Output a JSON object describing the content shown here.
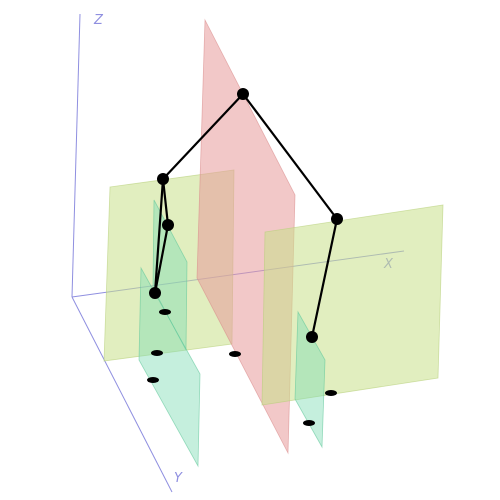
{
  "axes": {
    "z_label": "Z",
    "x_label": "X",
    "y_label": "Y",
    "axis_color": "#8f8fe0"
  },
  "planes": {
    "sagittal_color": "#e89a9a",
    "frontal_color": "#c8e08a",
    "limb_color": "#7fdcb4"
  },
  "skeleton": {
    "link_color": "#000000",
    "joint_color": "#000000"
  }
}
